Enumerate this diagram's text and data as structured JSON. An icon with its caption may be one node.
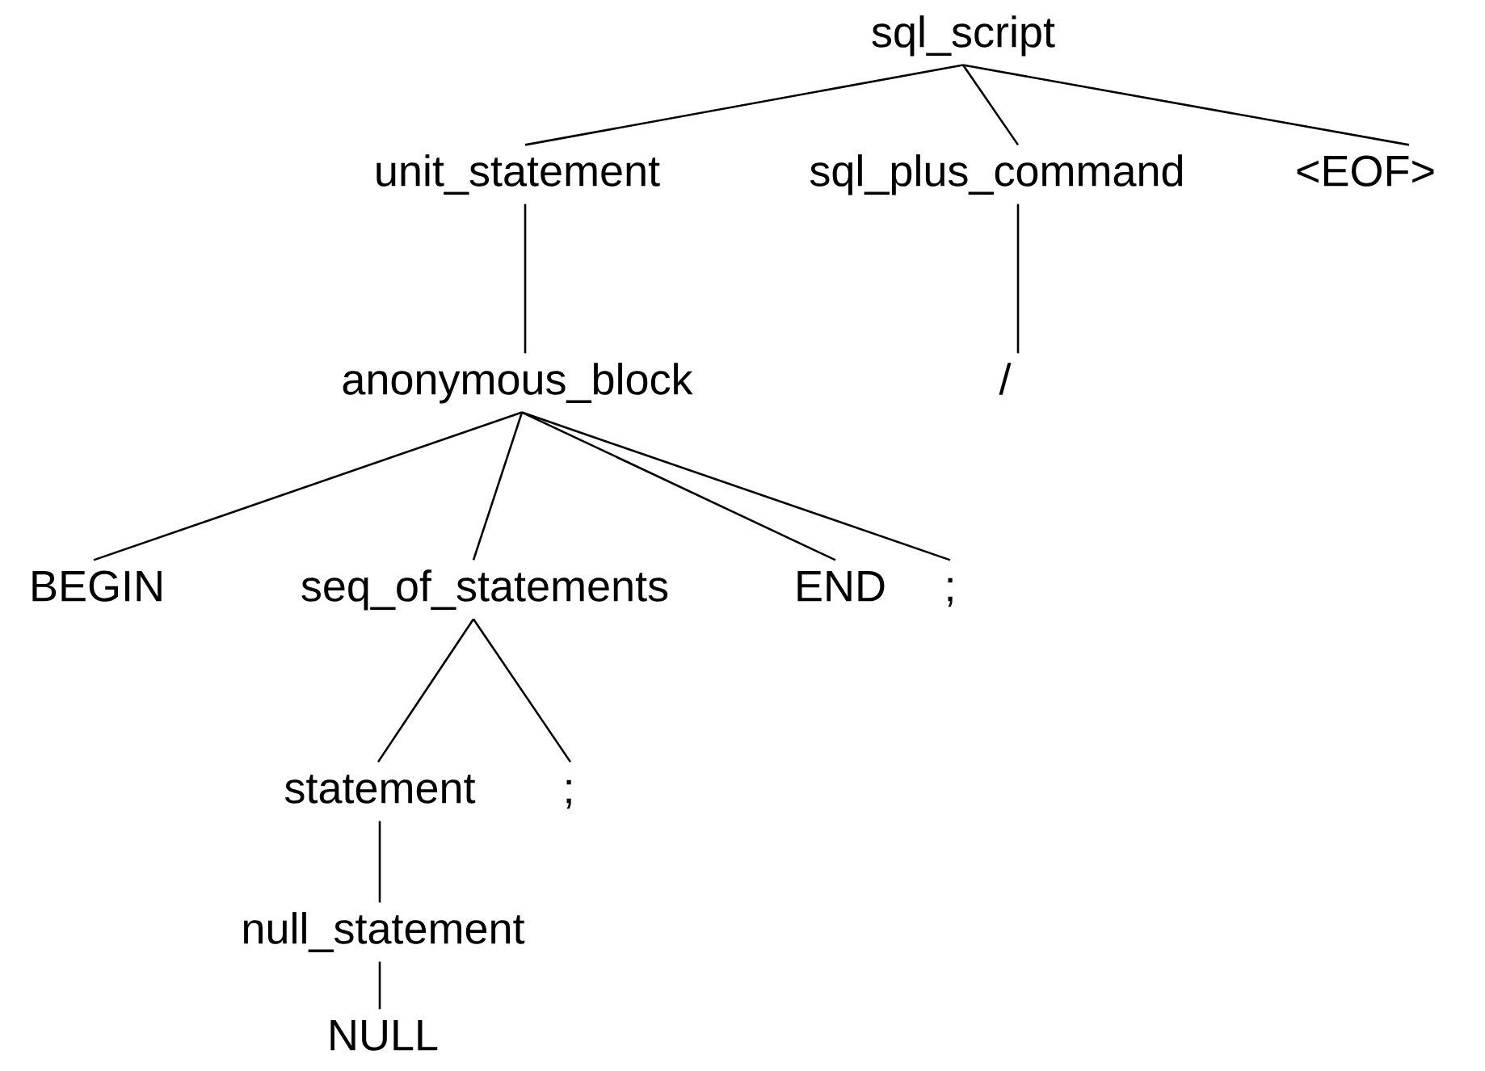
{
  "diagram": {
    "nodes": [
      {
        "text": [
          "sql_script"
        ]
      },
      {
        "text": [
          "unit_statement"
        ]
      },
      {
        "text": [
          "sql_plus_command"
        ]
      },
      {
        "text": [
          "<EOF>"
        ]
      },
      {
        "text": [
          "anonymous_block"
        ]
      },
      {
        "text": [
          "/"
        ]
      },
      {
        "text": [
          "BEGIN"
        ]
      },
      {
        "text": [
          "seq_of_statements"
        ]
      },
      {
        "text": [
          "END"
        ]
      },
      {
        "text": [
          ";"
        ]
      },
      {
        "text": [
          "statement"
        ]
      },
      {
        "text": [
          ";"
        ]
      },
      {
        "text": [
          "null_statement"
        ]
      },
      {
        "text": [
          "NULL"
        ]
      }
    ],
    "edges": [
      {
        "from": 0,
        "to": 1,
        "arrow": "none"
      },
      {
        "from": 0,
        "to": 2,
        "arrow": "none"
      },
      {
        "from": 0,
        "to": 3,
        "arrow": "none"
      },
      {
        "from": 1,
        "to": 4,
        "arrow": "none"
      },
      {
        "from": 2,
        "to": 5,
        "arrow": "none"
      },
      {
        "from": 4,
        "to": 6,
        "arrow": "none"
      },
      {
        "from": 4,
        "to": 7,
        "arrow": "none"
      },
      {
        "from": 4,
        "to": 8,
        "arrow": "none"
      },
      {
        "from": 4,
        "to": 9,
        "arrow": "none"
      },
      {
        "from": 7,
        "to": 10,
        "arrow": "none"
      },
      {
        "from": 7,
        "to": 11,
        "arrow": "none"
      },
      {
        "from": 10,
        "to": 12,
        "arrow": "none"
      },
      {
        "from": 12,
        "to": 13,
        "arrow": "none"
      }
    ]
  }
}
